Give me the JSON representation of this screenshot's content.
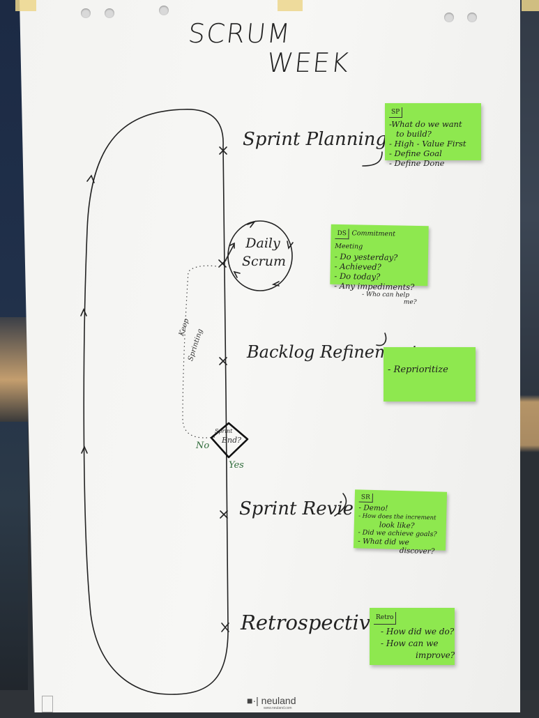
{
  "title": {
    "line1": "SCRUM",
    "line2": "WEEK"
  },
  "stages": [
    {
      "name": "Sprint Planning"
    },
    {
      "name": "Daily Scrum"
    },
    {
      "name": "Backlog Refinement"
    },
    {
      "name": "Sprint Review"
    },
    {
      "name": "Retrospective"
    }
  ],
  "decision": {
    "label_line1": "Sprint",
    "label_line2": "End?",
    "no_label": "No",
    "yes_label": "Yes",
    "loop_label_line1": "Keep",
    "loop_label_line2": "Sprinting"
  },
  "notes": {
    "planning": {
      "tag": "SP",
      "lines": [
        "-What do we want",
        "to build?",
        "- High - Value First",
        "- Define Goal",
        "- Define Done"
      ]
    },
    "daily": {
      "tag": "DS",
      "heading": "Commitment Meeting",
      "lines": [
        "- Do yesterday?",
        "- Achieved?",
        "- Do today?",
        "- Any impediments?"
      ],
      "sub": [
        "- Who can help",
        "me?"
      ]
    },
    "refinement": {
      "lines": [
        "- Reprioritize"
      ]
    },
    "review": {
      "tag": "SR",
      "lines": [
        "- Demo!",
        "- How does the increment",
        "look like?",
        "- Did we achieve goals?",
        "- What did we",
        "discover?"
      ]
    },
    "retro": {
      "tag": "Retro",
      "lines": [
        "- How did we do?",
        "- How can we",
        "improve?"
      ]
    }
  },
  "brand": {
    "name": "neuland",
    "url": "www.neuland.com"
  },
  "colors": {
    "sticky_note": "#8ee84f",
    "paper": "#f5f5f3",
    "ink": "#222222",
    "green_ink": "#2e6b3a"
  }
}
